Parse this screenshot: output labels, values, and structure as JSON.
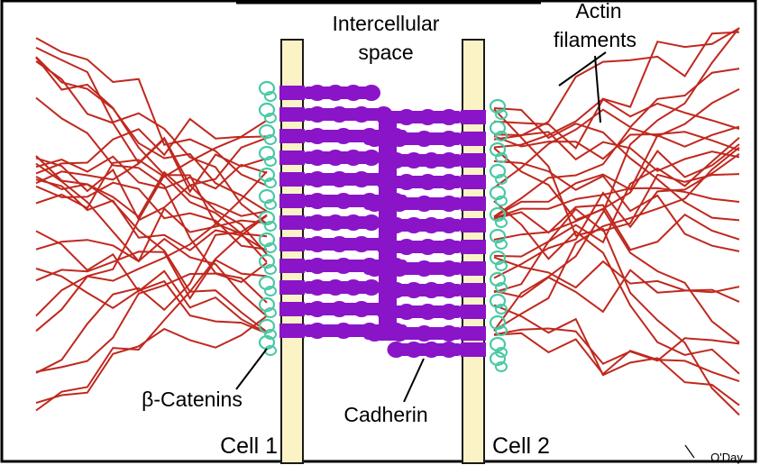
{
  "labels": {
    "intercellular_line1": "Intercellular",
    "intercellular_line2": "space",
    "actin_line1": "Actin",
    "actin_line2": "filaments",
    "catenins": "β-Catenins",
    "cadherin": "Cadherin",
    "cell1": "Cell 1",
    "cell2": "Cell 2",
    "signature": "O'Day"
  },
  "colors": {
    "actin": "#c0281e",
    "cadherin": "#8a14c8",
    "catenin": "#49c9a4",
    "membrane_fill": "#fbf3c6",
    "membrane_stroke": "#1a1a1a",
    "border": "#000000"
  }
}
